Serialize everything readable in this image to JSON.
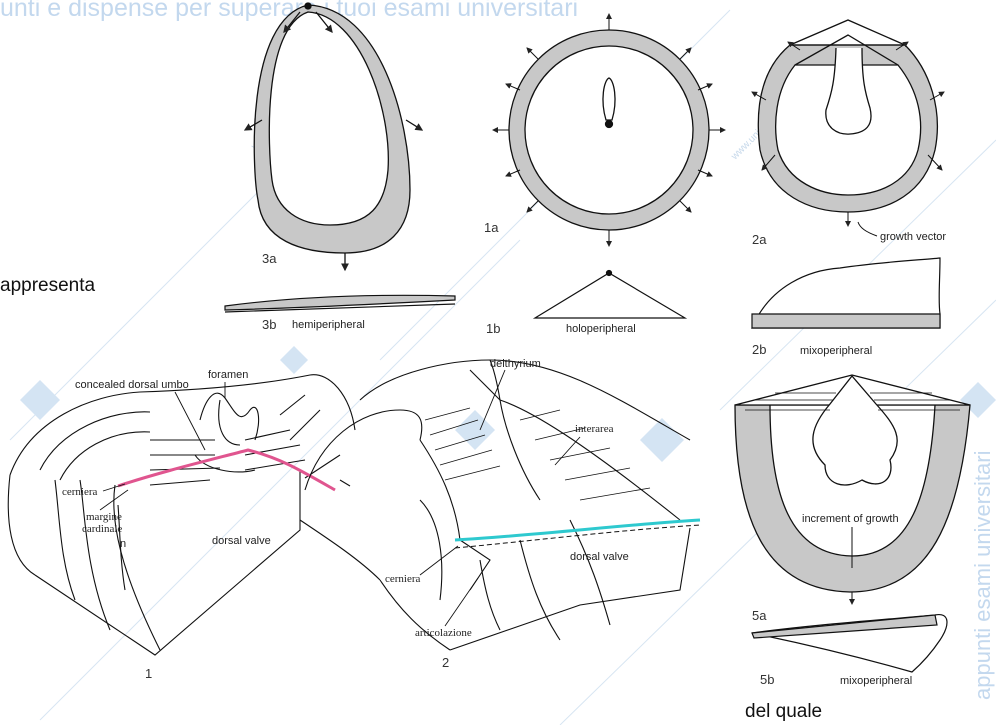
{
  "watermark": {
    "top_text": "unti e dispense per superare i tuoi esami universitari",
    "diagonal_text": "www.unidocs.it",
    "side_text": "appunti esami universitari"
  },
  "document_text": {
    "left_fragment": "appresenta",
    "bottom_fragment": "del quale"
  },
  "growth_figures": {
    "3a": "3a",
    "3b": "3b",
    "3b_caption": "hemiperipheral",
    "1a": "1a",
    "1b": "1b",
    "1b_caption": "holoperipheral",
    "2a": "2a",
    "2a_arrow": "growth vector",
    "2b": "2b",
    "2b_caption": "mixoperipheral",
    "5a": "5a",
    "5a_inner": "increment of growth",
    "5b": "5b",
    "5b_caption": "mixoperipheral"
  },
  "hinge_figure_1": {
    "number": "1",
    "concealed": "concealed dorsal umbo",
    "foramen": "foramen",
    "cerniera": "cerniera",
    "margine_1": "margine",
    "margine_2": "cardinale",
    "n": "n",
    "dorsal_valve": "dorsal valve",
    "hinge_color": "#e0558f"
  },
  "hinge_figure_2": {
    "number": "2",
    "delthyrium": "delthyrium",
    "interarea": "interarea",
    "cerniera": "cerniera",
    "dorsal_valve": "dorsal valve",
    "articolazione": "articolazione",
    "hinge_color": "#2ec9cf"
  }
}
